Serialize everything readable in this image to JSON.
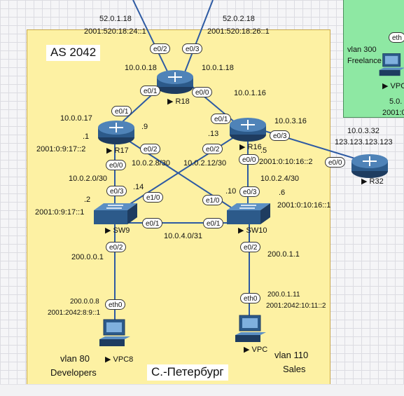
{
  "zones": {
    "main": {
      "title": "AS 2042",
      "city": "С.-Петербург",
      "fill": "#fdf1a3",
      "border": "#d4b54a"
    },
    "green": {
      "fill": "#8ee8a3",
      "vlan": "vlan 300",
      "name": "Freelance",
      "vpc_label": "VPC",
      "addr1": "5.0.",
      "addr2": "2001:0"
    }
  },
  "devices": {
    "r18": {
      "name": "R18"
    },
    "r17": {
      "name": "R17"
    },
    "r16": {
      "name": "R16"
    },
    "r32": {
      "name": "R32"
    },
    "sw9": {
      "name": "SW9"
    },
    "sw10": {
      "name": "SW10"
    },
    "vpc8": {
      "name": "VPC8"
    },
    "vpc": {
      "name": "VPC"
    }
  },
  "ports": {
    "r18_e02": "e0/2",
    "r18_e03": "e0/3",
    "r18_e01": "e0/1",
    "r18_e00": "e0/0",
    "r17_e01": "e0/1",
    "r17_e02": "e0/2",
    "r17_e00": "e0/0",
    "r16_e01": "e0/1",
    "r16_e03": "e0/3",
    "r16_e02": "e0/2",
    "r16_e00": "e0/0",
    "r32_e00": "e0/0",
    "sw9_e03": "e0/3",
    "sw9_e10": "e1/0",
    "sw9_e01": "e0/1",
    "sw9_e02": "e0/2",
    "sw10_e03": "e0/3",
    "sw10_e10": "e1/0",
    "sw10_e01": "e0/1",
    "sw10_e02": "e0/2",
    "vpc8_eth0": "eth0",
    "vpc_eth0": "eth0",
    "green_eth": "eth"
  },
  "labels": {
    "top_left_ip": "52.0.1.18",
    "top_left_v6": "2001:520:18:24::1",
    "top_right_ip": "52.0.2.18",
    "top_right_v6": "2001:520:18:26::1",
    "r18_left": "10.0.0.18",
    "r18_right": "10.0.1.18",
    "r16_link": "10.0.1.16",
    "r17_addr": "10.0.0.17",
    "r17_dot1": ".1",
    "r17_dot9": ".9",
    "r17_v6": "2001:0:9:17::2",
    "r16_dot13": ".13",
    "r16_dot5": ".5",
    "r16_addr": "10.0.3.16",
    "r16_v6": "2001:0:10:16::2",
    "r32_addr": "10.0.3.32",
    "r32_ext": "123.123.123.123",
    "net_8": "10.0.2.8/30",
    "net_12": "10.0.2.12/30",
    "net_0": "10.0.2.0/30",
    "net_4": "10.0.2.4/30",
    "sw9_dot2": ".2",
    "sw9_dot14": ".14",
    "sw10_dot10": ".10",
    "sw10_dot6": ".6",
    "sw9_v6": "2001:0:9:17::1",
    "sw10_v6": "2001:0:10:16::1",
    "net_sw": "10.0.4.0/31",
    "sw9_gw": "200.0.0.1",
    "sw10_gw": "200.0.1.1",
    "vpc8_ip": "200.0.0.8",
    "vpc8_v6": "2001:2042:8:9::1",
    "vpc_ip": "200.0.1.11",
    "vpc_v6": "2001:2042:10:11::2",
    "vlan80": "vlan 80",
    "vlan80_name": "Developers",
    "vlan110": "vlan 110",
    "vlan110_name": "Sales"
  }
}
